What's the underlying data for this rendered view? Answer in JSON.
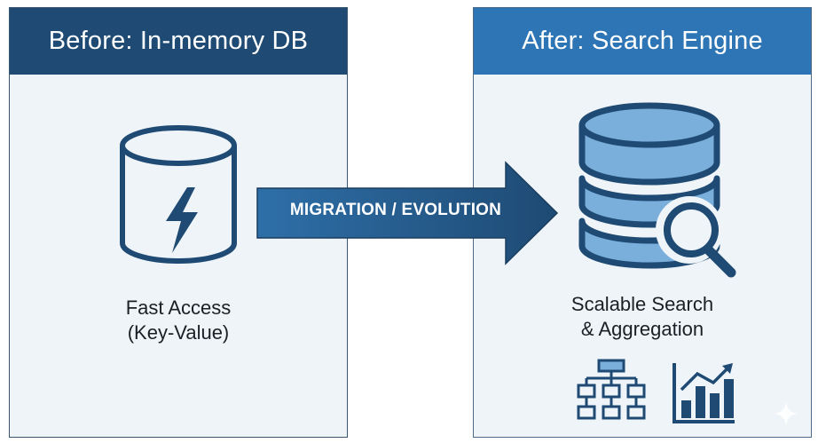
{
  "before": {
    "title": "Before: In-memory DB",
    "icon": "database-lightning-icon",
    "caption_line1": "Fast Access",
    "caption_line2": "(Key-Value)"
  },
  "arrow": {
    "label": "MIGRATION / EVOLUTION",
    "icon": "right-arrow-icon"
  },
  "after": {
    "title": "After: Search Engine",
    "icon": "database-search-icon",
    "caption_line1": "Scalable Search",
    "caption_line2": "& Aggregation",
    "sub_icons": [
      "hierarchy-tree-icon",
      "bar-chart-trend-icon"
    ]
  },
  "colors": {
    "before_header": "#1e4a73",
    "after_header": "#2e75b5",
    "panel_bg": "#eff4f9",
    "icon_dark": "#1e4a73",
    "icon_light": "#7aaedb"
  }
}
